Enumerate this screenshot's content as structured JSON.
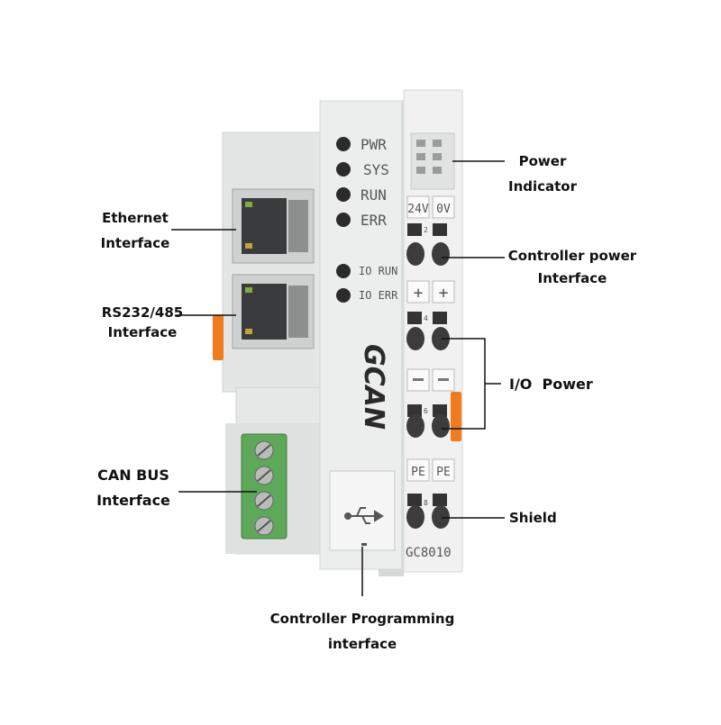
{
  "colors": {
    "housing": "#e9ebea",
    "housing_shadow": "#c9ccca",
    "terminal_green": "#5ea85a",
    "orange_tab": "#f07a1e",
    "led": "#2b2b2b",
    "line": "#111111"
  },
  "device": {
    "brand": "GCAN",
    "model": "GC8010",
    "leds": [
      "PWR",
      "SYS",
      "RUN",
      "ERR"
    ],
    "io_leds": [
      "IO RUN",
      "IO ERR"
    ],
    "terminal_labels": [
      "24V",
      "0V",
      "+",
      "+",
      "PE",
      "PE"
    ],
    "terminal_numbers": [
      "2",
      "4",
      "6",
      "8"
    ],
    "usb_icon": "usb-icon"
  },
  "callouts": {
    "ethernet": [
      "Ethernet",
      "Interface"
    ],
    "rs232": [
      "RS232/485",
      "Interface"
    ],
    "canbus": [
      "CAN BUS",
      "Interface"
    ],
    "programming": [
      "Controller Programming",
      "interface"
    ],
    "power_indicator": [
      "Power",
      "Indicator"
    ],
    "controller_power": [
      "Controller power",
      "Interface"
    ],
    "io_power": "I/O  Power",
    "shield": "Shield"
  }
}
